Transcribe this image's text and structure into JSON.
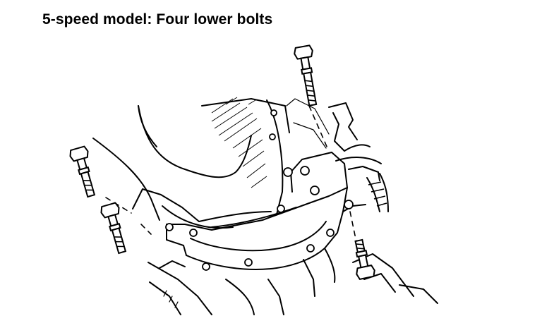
{
  "caption": "5-speed model: Four lower bolts",
  "figure": {
    "subject": "engine-transmission-assembly",
    "bolts": [
      {
        "name": "upper-right-bolt"
      },
      {
        "name": "left-upper-bolt"
      },
      {
        "name": "left-lower-bolt"
      },
      {
        "name": "right-lower-bolt"
      }
    ]
  }
}
